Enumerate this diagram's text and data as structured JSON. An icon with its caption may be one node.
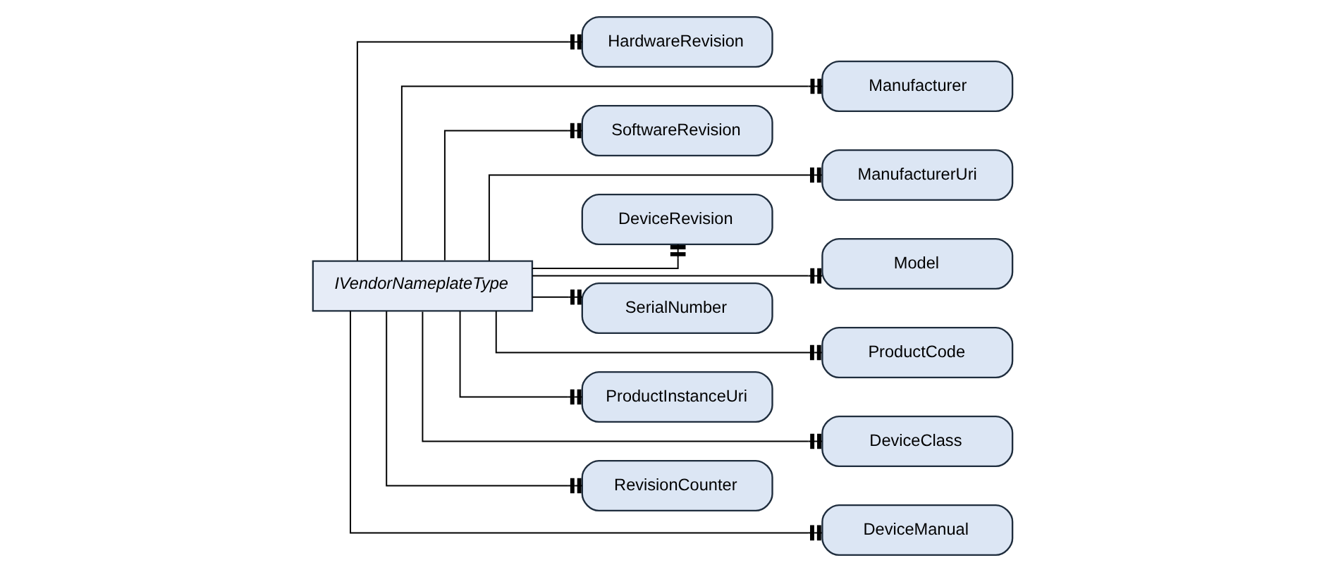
{
  "diagram": {
    "nodes": [
      {
        "text": [
          "IVendorNameplateType"
        ]
      },
      {
        "text": [
          "HardwareRevision"
        ]
      },
      {
        "text": [
          "Manufacturer"
        ]
      },
      {
        "text": [
          "SoftwareRevision"
        ]
      },
      {
        "text": [
          "ManufacturerUri"
        ]
      },
      {
        "text": [
          "DeviceRevision"
        ]
      },
      {
        "text": [
          "Model"
        ]
      },
      {
        "text": [
          "SerialNumber"
        ]
      },
      {
        "text": [
          "ProductCode"
        ]
      },
      {
        "text": [
          "ProductInstanceUri"
        ]
      },
      {
        "text": [
          "DeviceClass"
        ]
      },
      {
        "text": [
          "RevisionCounter"
        ]
      },
      {
        "text": [
          "DeviceManual"
        ]
      }
    ],
    "edges": [
      {
        "from": 0,
        "to": 1,
        "arrow": "other"
      },
      {
        "from": 0,
        "to": 2,
        "arrow": "other"
      },
      {
        "from": 0,
        "to": 3,
        "arrow": "other"
      },
      {
        "from": 0,
        "to": 4,
        "arrow": "other"
      },
      {
        "from": 0,
        "to": 5,
        "arrow": "other"
      },
      {
        "from": 0,
        "to": 6,
        "arrow": "other"
      },
      {
        "from": 0,
        "to": 7,
        "arrow": "other"
      },
      {
        "from": 0,
        "to": 8,
        "arrow": "other"
      },
      {
        "from": 0,
        "to": 9,
        "arrow": "other"
      },
      {
        "from": 0,
        "to": 10,
        "arrow": "other"
      },
      {
        "from": 0,
        "to": 11,
        "arrow": "other"
      },
      {
        "from": 0,
        "to": 12,
        "arrow": "other"
      }
    ]
  }
}
